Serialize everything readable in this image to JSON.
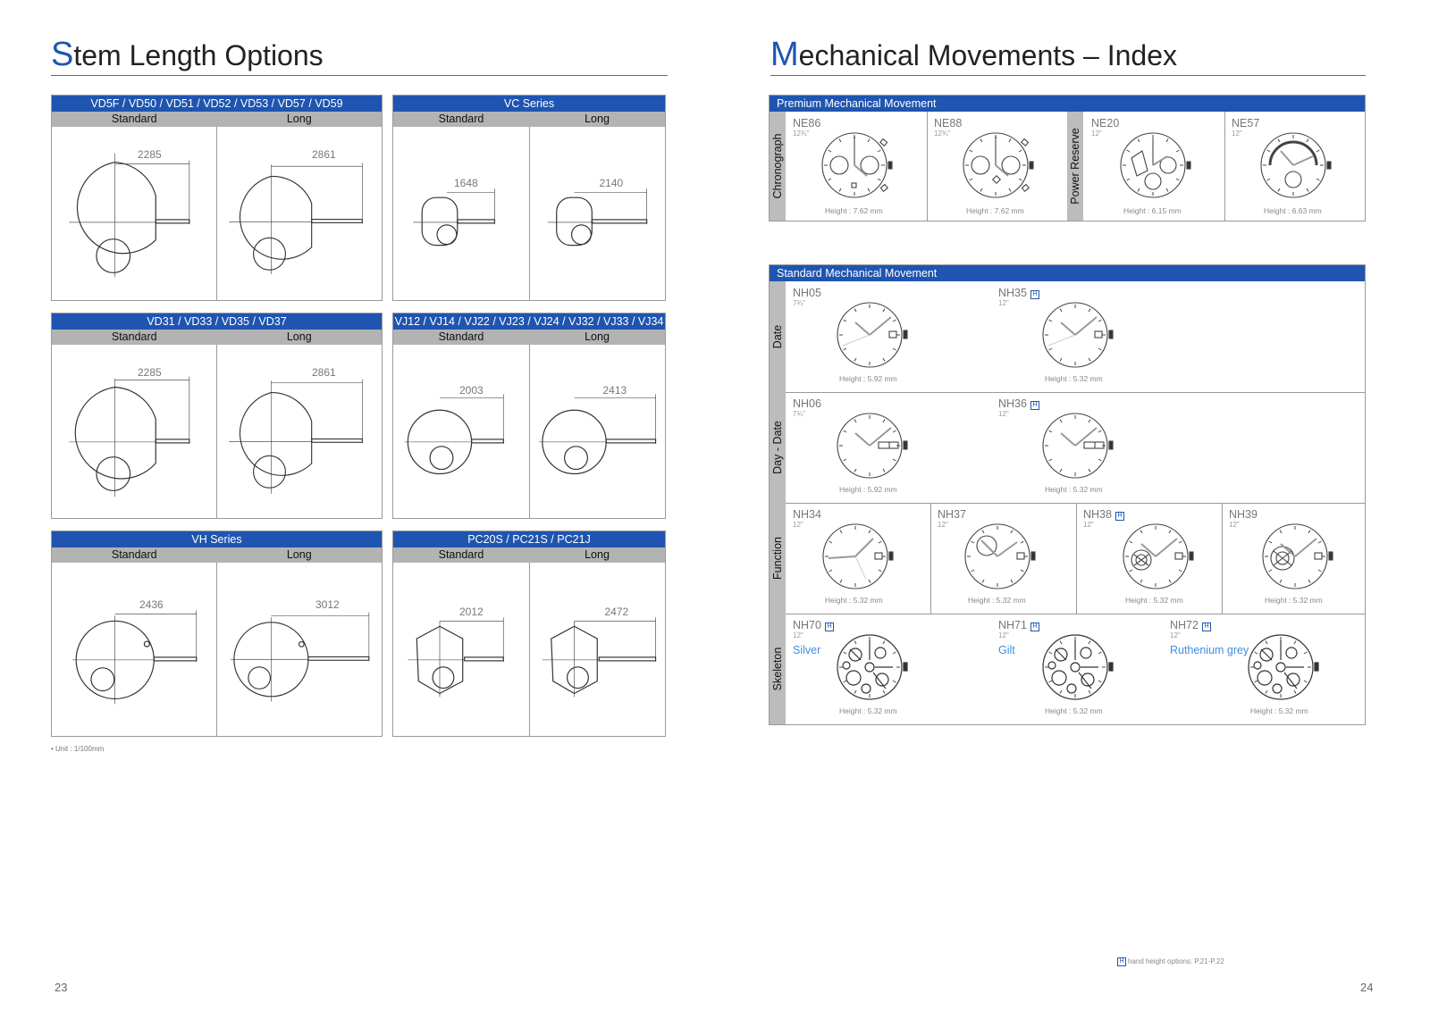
{
  "left": {
    "title_initial": "S",
    "title_rest": "tem Length Options",
    "panels": [
      {
        "header": "VD5F / VD50 / VD51 / VD52 / VD53 / VD57 / VD59",
        "standard": "Standard",
        "long": "Long",
        "std_dim": "2285",
        "long_dim": "2861"
      },
      {
        "header": "VC Series",
        "standard": "Standard",
        "long": "Long",
        "std_dim": "1648",
        "long_dim": "2140"
      },
      {
        "header": "VD31 / VD33 / VD35 / VD37",
        "standard": "Standard",
        "long": "Long",
        "std_dim": "2285",
        "long_dim": "2861"
      },
      {
        "header": "VJ12 / VJ14 / VJ22 / VJ23 / VJ24 / VJ32 / VJ33 / VJ34",
        "standard": "Standard",
        "long": "Long",
        "std_dim": "2003",
        "long_dim": "2413"
      },
      {
        "header": "VH Series",
        "standard": "Standard",
        "long": "Long",
        "std_dim": "2436",
        "long_dim": "3012"
      },
      {
        "header": "PC20S / PC21S / PC21J",
        "standard": "Standard",
        "long": "Long",
        "std_dim": "2012",
        "long_dim": "2472"
      }
    ],
    "unit_note": "• Unit : 1/100mm",
    "page_number": "23"
  },
  "right": {
    "title_initial": "M",
    "title_rest": "echanical Movements – Index",
    "premium": {
      "header": "Premium Mechanical Movement",
      "chrono_label": "Chronograph",
      "power_label": "Power Reserve",
      "movements": [
        {
          "name": "NE86",
          "size": "12¾\"",
          "height": "Height : 7.62 mm"
        },
        {
          "name": "NE88",
          "size": "12¾\"",
          "height": "Height : 7.62 mm"
        },
        {
          "name": "NE20",
          "size": "12\"",
          "height": "Height : 6.15 mm"
        },
        {
          "name": "NE57",
          "size": "12\"",
          "height": "Height : 6.63 mm"
        }
      ]
    },
    "standard": {
      "header": "Standard Mechanical Movement",
      "rows": [
        {
          "label": "Date",
          "movements": [
            {
              "name": "NH05",
              "size": "7¾\"",
              "height": "Height : 5.92 mm",
              "badge": ""
            },
            {
              "name": "NH35",
              "size": "12\"",
              "height": "Height : 5.32 mm",
              "badge": "H"
            }
          ]
        },
        {
          "label": "Day - Date",
          "movements": [
            {
              "name": "NH06",
              "size": "7¾\"",
              "height": "Height : 5.92 mm",
              "badge": ""
            },
            {
              "name": "NH36",
              "size": "12\"",
              "height": "Height : 5.32 mm",
              "badge": "H"
            }
          ]
        },
        {
          "label": "Function",
          "movements": [
            {
              "name": "NH34",
              "size": "12\"",
              "height": "Height : 5.32 mm",
              "badge": ""
            },
            {
              "name": "NH37",
              "size": "12\"",
              "height": "Height : 5.32 mm",
              "badge": ""
            },
            {
              "name": "NH38",
              "size": "12\"",
              "height": "Height : 5.32 mm",
              "badge": "H"
            },
            {
              "name": "NH39",
              "size": "12\"",
              "height": "Height : 5.32 mm",
              "badge": ""
            }
          ]
        },
        {
          "label": "Skeleton",
          "movements": [
            {
              "name": "NH70",
              "size": "12\"",
              "height": "Height : 5.32 mm",
              "badge": "H",
              "color": "Silver"
            },
            {
              "name": "NH71",
              "size": "12\"",
              "height": "Height : 5.32 mm",
              "badge": "H",
              "color": "Gilt"
            },
            {
              "name": "NH72",
              "size": "12\"",
              "height": "Height : 5.32 mm",
              "badge": "H",
              "color": "Ruthenium grey"
            }
          ]
        }
      ]
    },
    "footnote_badge": "H",
    "footnote": "hand height options: P.21-P.22",
    "page_number": "24"
  }
}
